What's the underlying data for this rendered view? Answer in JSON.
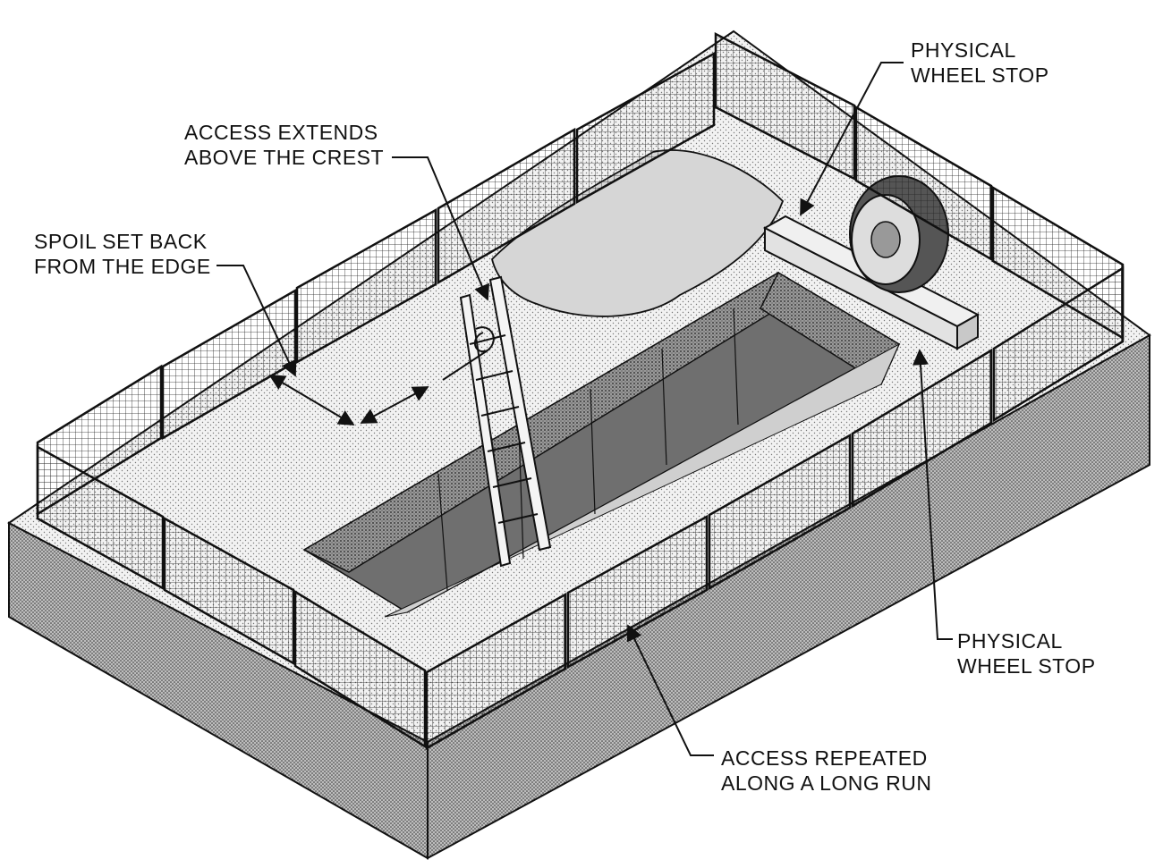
{
  "callouts": {
    "wheel_stop_top": {
      "line1": "PHYSICAL",
      "line2": "WHEEL STOP"
    },
    "access_extends": {
      "line1": "ACCESS EXTENDS",
      "line2": "ABOVE THE CREST"
    },
    "spoil_setback": {
      "line1": "SPOIL SET BACK",
      "line2": "FROM THE EDGE"
    },
    "wheel_stop_right": {
      "line1": "PHYSICAL",
      "line2": "WHEEL STOP"
    },
    "access_repeated": {
      "line1": "ACCESS REPEATED",
      "line2": "ALONG A LONG RUN"
    }
  },
  "colors": {
    "ink": "#111111",
    "ground_top": "#e9e9e9",
    "ground_side": "#bdbdbd",
    "trench_wall": "#8f8f8f",
    "trench_floor": "#6f6f6f",
    "spoil": "#d6d6d6",
    "timber": "#e2e2e2"
  }
}
